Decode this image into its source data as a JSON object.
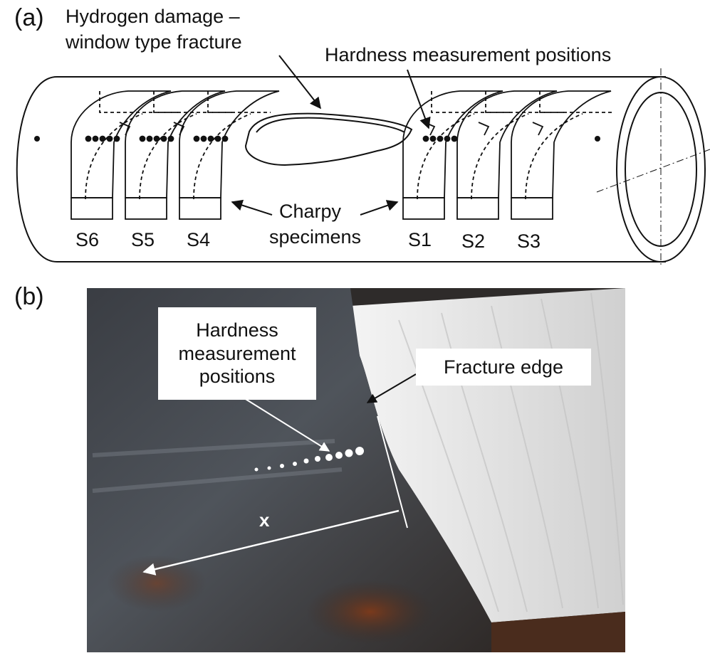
{
  "panel_a": {
    "letter": "(a)",
    "hydrogen_label_line1": "Hydrogen damage –",
    "hydrogen_label_line2": "window type fracture",
    "hardness_label": "Hardness measurement positions",
    "charpy_line1": "Charpy",
    "charpy_line2": "specimens",
    "specimens": [
      "S6",
      "S5",
      "S4",
      "S1",
      "S2",
      "S3"
    ]
  },
  "panel_b": {
    "letter": "(b)",
    "hardness_line1": "Hardness",
    "hardness_line2": "measurement",
    "hardness_line3": "positions",
    "fracture_edge": "Fracture edge",
    "x_label": "x"
  },
  "colors": {
    "ink": "#111111",
    "steel_dark": "#3b3e44",
    "steel_mid": "#5a5f66",
    "rust": "#6a3a22",
    "fracture_white": "#eeeeee"
  }
}
